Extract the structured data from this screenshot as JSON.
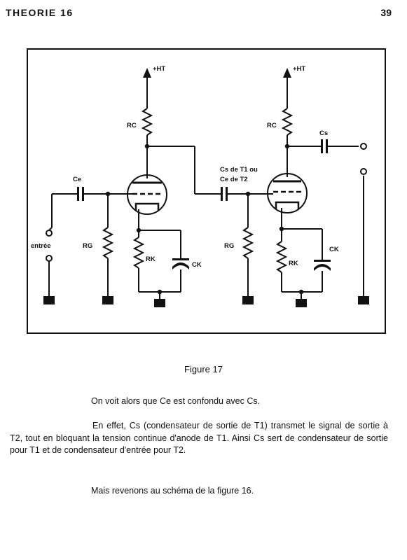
{
  "header": {
    "left": "THEORIE 16",
    "right": "39"
  },
  "figure": {
    "labels": {
      "ht_left": "+HT",
      "ht_right": "+HT",
      "rc_left": "RC",
      "rc_right": "RC",
      "cs_right": "Cs",
      "ce": "Ce",
      "cs_t1_line1": "Cs de T1 ou",
      "cs_t1_line2": "Ce de T2",
      "entree": "entrée",
      "rg_left": "RG",
      "rg_right": "RG",
      "rk_left": "RK",
      "rk_right": "RK",
      "ck_left": "CK",
      "ck_right": "CK"
    },
    "caption": "Figure 17"
  },
  "text": {
    "p1": "On voit alors que Ce est confondu avec Cs.",
    "p2": "En effet, Cs (condensateur de sortie de T1) transmet le signal de sortie à T2, tout en bloquant la tension continue d'anode de T1. Ainsi Cs sert de condensateur de sortie pour T1 et de condensateur d'entrée pour T2.",
    "p3": "Mais revenons au schéma de la figure 16."
  }
}
